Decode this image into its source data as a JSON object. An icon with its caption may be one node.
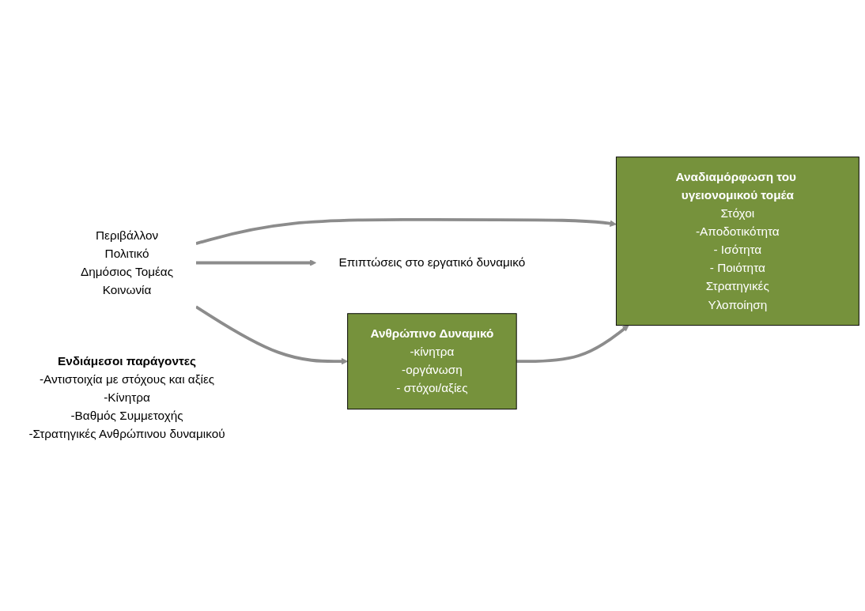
{
  "diagram": {
    "nodes": [
      {
        "text": [
          "Περιβάλλον",
          "Πολιτικό",
          "Δημόσιος Τομέας",
          "Κοινωνία"
        ]
      },
      {
        "text": [
          "Αναδιαμόρφωση του υγειονομικού τομέα",
          "Στόχοι",
          "-Αποδοτικότητα",
          "- Ισότητα",
          "- Ποιότητα",
          "Στρατηγικές",
          "Υλοποίηση"
        ]
      },
      {
        "text": [
          "Ενδιάμεσοι παράγοντες",
          "-Αντιστοιχία με στόχους και αξίες",
          "-Κίνητρα",
          "-Βαθμός Συμμετοχής",
          "-Στρατηγικές Ανθρώπινου δυναμικού"
        ]
      },
      {
        "text": [
          "Ανθρώπινο Δυναμικό",
          "-κίνητρα",
          "-οργάνωση",
          "- στόχοι/αξίες"
        ]
      },
      {
        "text": [
          "Επιπτώσεις στο εργατικό δυναμικό"
        ]
      }
    ],
    "edges": [
      {
        "from": 0,
        "to": 4,
        "arrow": "to"
      },
      {
        "from": 0,
        "to": 3,
        "arrow": "to"
      },
      {
        "from": 0,
        "to": 1,
        "arrow": "to"
      },
      {
        "from": 3,
        "to": 1,
        "arrow": "to"
      }
    ]
  }
}
